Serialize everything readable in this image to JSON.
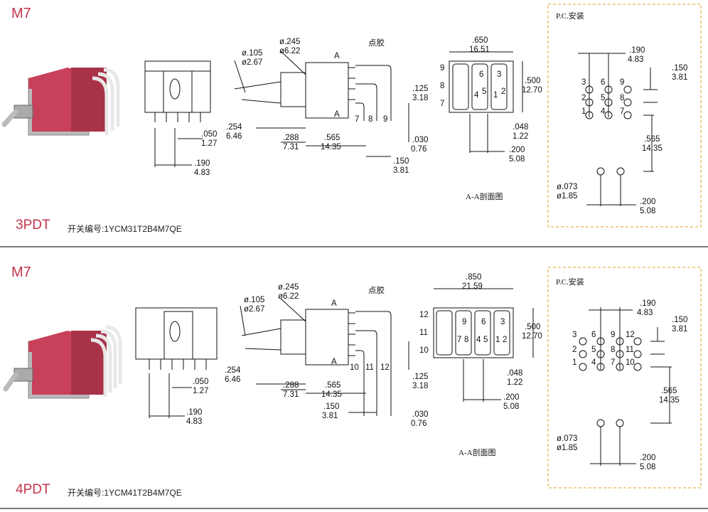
{
  "series_label": "M7",
  "annotations": {
    "glue": "点胶",
    "section": "A-A剖面图",
    "pcb": "P.C.安装",
    "cut": "A"
  },
  "colors": {
    "accent": "#c2344a",
    "switch_body": "#c8405a",
    "pcb_border": "#e6b450"
  },
  "panels": [
    {
      "poles": "3PDT",
      "part_prefix": "开关编号:",
      "part_number": "1YCM31T2B4M7QE",
      "front_dims": [
        ".050",
        "1.27",
        ".190",
        "4.83"
      ],
      "side_dims": [
        "ø.105",
        "ø2.67",
        "ø.245",
        "ø6.22",
        ".254",
        "6.46",
        ".288",
        "7.31",
        ".565",
        "14.35",
        ".125",
        "3.18",
        ".030",
        "0.76",
        ".150",
        "3.81"
      ],
      "side_pins": [
        "7",
        "8",
        "9"
      ],
      "section_dims": [
        ".650",
        "16.51",
        ".500",
        "12.70",
        ".048",
        "1.22",
        ".200",
        "5.08"
      ],
      "section_row_labels": [
        "9",
        "8",
        "7"
      ],
      "section_pins": [
        "6",
        "3",
        "4",
        "5",
        "1",
        "2"
      ],
      "pcb_dims": [
        ".190",
        "4.83",
        ".150",
        "3.81",
        ".565",
        "14.35",
        "ø.073",
        "ø1.85",
        ".200",
        "5.08"
      ],
      "pcb_holes": [
        "3",
        "6",
        "9",
        "2",
        "5",
        "8",
        "1",
        "4",
        "7"
      ]
    },
    {
      "poles": "4PDT",
      "part_prefix": "开关编号:",
      "part_number": "1YCM41T2B4M7QE",
      "front_dims": [
        ".050",
        "1.27",
        ".190",
        "4.83"
      ],
      "side_dims": [
        "ø.105",
        "ø2.67",
        "ø.245",
        "ø6.22",
        ".254",
        "6.46",
        ".288",
        "7.31",
        ".565",
        "14.35",
        ".150",
        "3.81",
        ".125",
        "3.18",
        ".030",
        "0.76"
      ],
      "side_pins": [
        "10",
        "11",
        "12"
      ],
      "section_dims": [
        ".850",
        "21.59",
        ".500",
        "12.70",
        ".048",
        "1.22",
        ".200",
        "5.08"
      ],
      "section_row_labels": [
        "12",
        "11",
        "10"
      ],
      "section_pins": [
        "9",
        "6",
        "3",
        "7",
        "8",
        "4",
        "5",
        "1",
        "2"
      ],
      "pcb_dims": [
        ".190",
        "4.83",
        ".150",
        "3.81",
        ".565",
        "14.35",
        "ø.073",
        "ø1.85",
        ".200",
        "5.08"
      ],
      "pcb_holes": [
        "3",
        "6",
        "9",
        "12",
        "2",
        "5",
        "8",
        "11",
        "1",
        "4",
        "7",
        "10"
      ]
    }
  ]
}
